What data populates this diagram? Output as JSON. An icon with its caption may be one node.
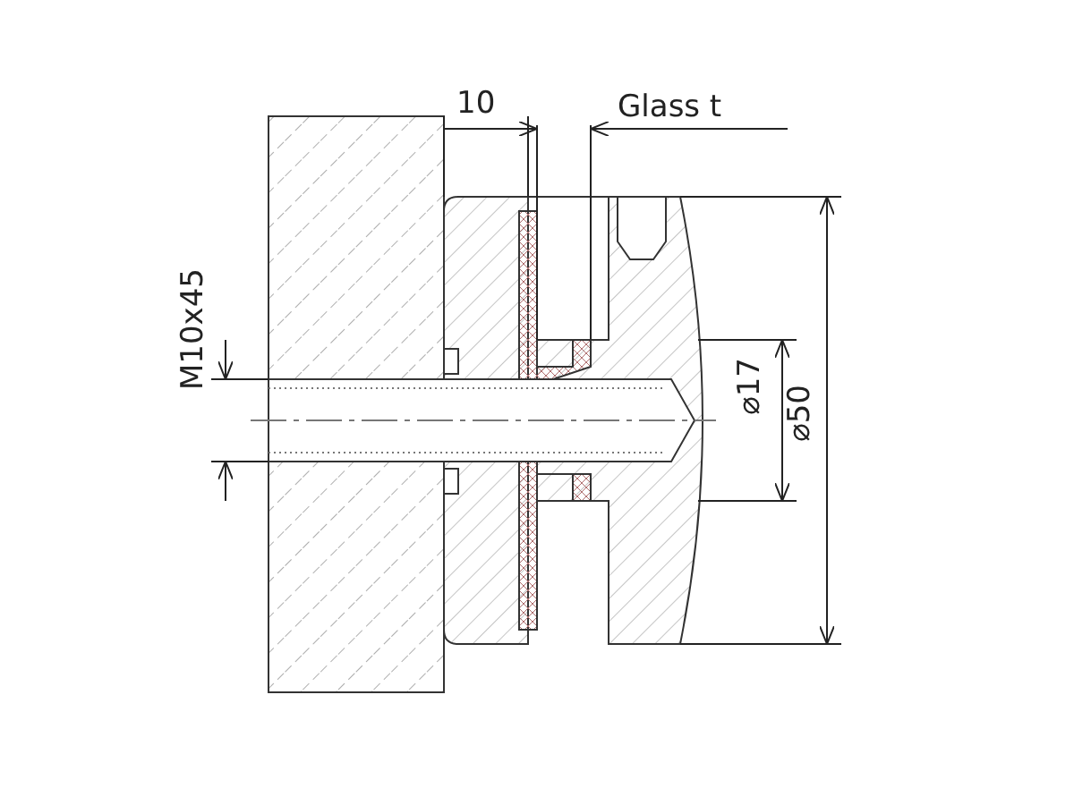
{
  "diagram": {
    "labels": [
      "10",
      "Glass t",
      "M10x45",
      "⌀17",
      "⌀50"
    ]
  }
}
